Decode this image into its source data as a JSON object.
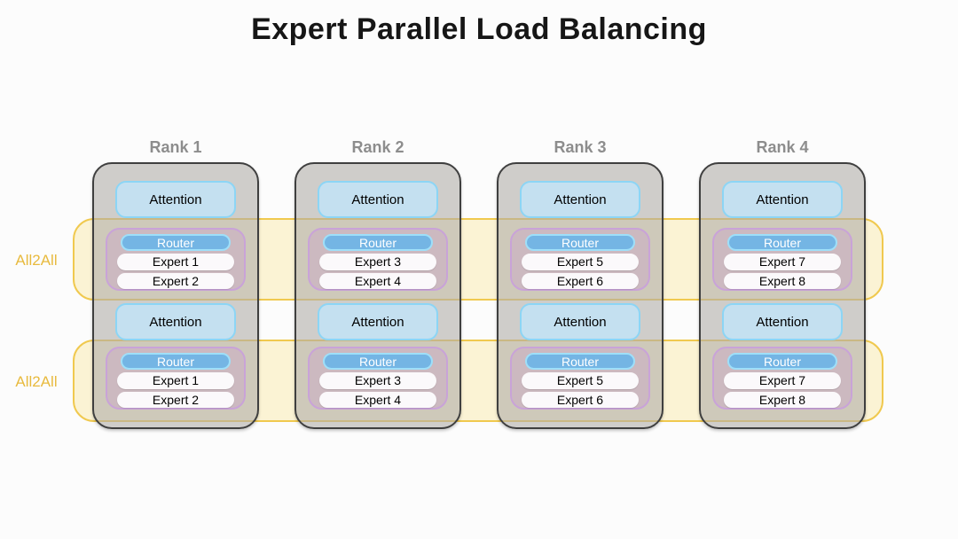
{
  "title": "Expert Parallel Load Balancing",
  "all2all": [
    "All2All",
    "All2All"
  ],
  "colors": {
    "band_fill": "#fbf3d4",
    "band_border": "#f0c94f",
    "all2all_label": "#e8ba3e",
    "rank_fill": "#d2d0cc",
    "rank_border": "#3f3f3f",
    "rank_label": "#8d8d8d",
    "attention_fill": "#c4e0f0",
    "attention_border": "#8cd5f5",
    "moe_fill": "#cfc0ca",
    "moe_border": "#c9a3d8",
    "router_fill": "#74b5e4",
    "router_border": "#9edff9",
    "router_text": "#ffffff",
    "expert_fill": "#fbf9fb",
    "title_text": "#161616"
  },
  "ranks": [
    {
      "label": "Rank 1",
      "layers": [
        {
          "attention": "Attention",
          "router": "Router",
          "experts": [
            "Expert 1",
            "Expert 2"
          ]
        },
        {
          "attention": "Attention",
          "router": "Router",
          "experts": [
            "Expert 1",
            "Expert 2"
          ]
        }
      ]
    },
    {
      "label": "Rank 2",
      "layers": [
        {
          "attention": "Attention",
          "router": "Router",
          "experts": [
            "Expert 3",
            "Expert 4"
          ]
        },
        {
          "attention": "Attention",
          "router": "Router",
          "experts": [
            "Expert 3",
            "Expert 4"
          ]
        }
      ]
    },
    {
      "label": "Rank 3",
      "layers": [
        {
          "attention": "Attention",
          "router": "Router",
          "experts": [
            "Expert 5",
            "Expert 6"
          ]
        },
        {
          "attention": "Attention",
          "router": "Router",
          "experts": [
            "Expert 5",
            "Expert 6"
          ]
        }
      ]
    },
    {
      "label": "Rank 4",
      "layers": [
        {
          "attention": "Attention",
          "router": "Router",
          "experts": [
            "Expert 7",
            "Expert 8"
          ]
        },
        {
          "attention": "Attention",
          "router": "Router",
          "experts": [
            "Expert 7",
            "Expert 8"
          ]
        }
      ]
    }
  ]
}
